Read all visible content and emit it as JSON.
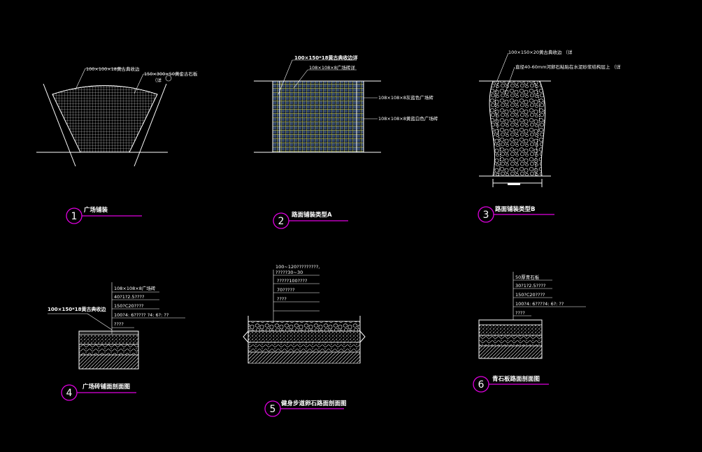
{
  "colors": {
    "background": "#000000",
    "line": "#ffffff",
    "accent": "#e000e0",
    "paving_yellow": "#d8d84a",
    "paving_blue": "#5a7fc0"
  },
  "details": [
    {
      "num": "1",
      "title": "广场铺装",
      "notes": [
        "100×100×18黄古典收边",
        "150×300×50黄金古石板",
        "（详"
      ]
    },
    {
      "num": "2",
      "title": "路面铺装类型A",
      "notes": [
        "100×150*18黄古典收边详",
        "108×108×8广场砖详",
        "108×108×8灰蓝色广场砖",
        "108×108×8黄蓝白色广场砖"
      ]
    },
    {
      "num": "3",
      "title": "路面铺装类型B",
      "notes": [
        "100×150×20黄古典收边 （详",
        "直径40-60mm河卵石粘贴在水泥砂浆结构层上 （详"
      ]
    },
    {
      "num": "4",
      "title": "广场砖铺面剖面图",
      "notes": [
        "100×150*18黄古典收边",
        "108×108×8广场砖",
        "40?1?2.5????",
        "150?C20????",
        "100?4: 6????? ?4: 6?: ??",
        "????"
      ]
    },
    {
      "num": "5",
      "title": "健身步道卵石路面剖面图",
      "notes": [
        "100~120?????????,",
        "?????30~30",
        "?????100????",
        "70?????",
        "????"
      ]
    },
    {
      "num": "6",
      "title": "青石板路面剖面图",
      "notes": [
        "50厚青石板",
        "30?1?2.5????",
        "150?C20????",
        "100?4: 6????4: 6?: ??",
        "????"
      ]
    }
  ]
}
